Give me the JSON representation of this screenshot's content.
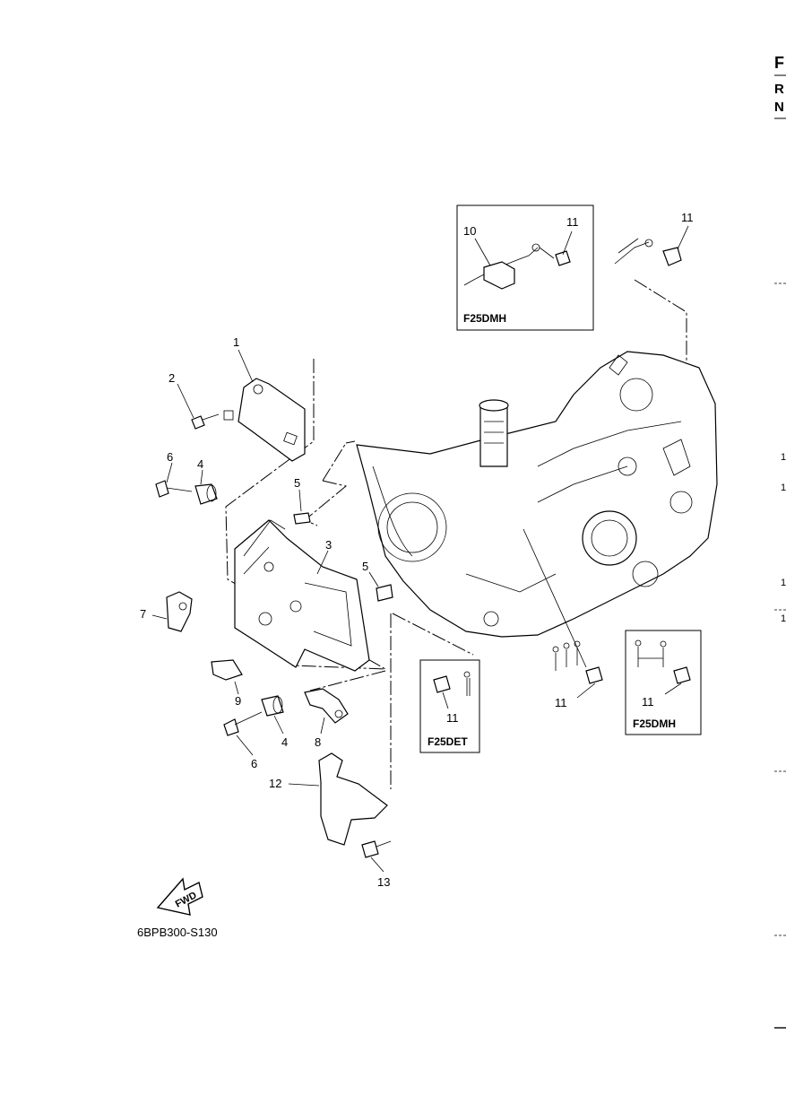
{
  "edge_text": {
    "top_letter": "F",
    "line_r": "R",
    "line_n": "N",
    "marks": [
      "1",
      "1",
      "1",
      "1"
    ]
  },
  "callouts": {
    "c1": "1",
    "c2": "2",
    "c3": "3",
    "c4a": "4",
    "c4b": "4",
    "c5a": "5",
    "c5b": "5",
    "c6a": "6",
    "c6b": "6",
    "c7": "7",
    "c8": "8",
    "c9": "9",
    "c10": "10",
    "c11a": "11",
    "c11b": "11",
    "c11c": "11",
    "c11d": "11",
    "c11e": "11",
    "c12": "12",
    "c13": "13"
  },
  "inset_boxes": {
    "top": "F25DMH",
    "middle": "F25DET",
    "right": "F25DMH"
  },
  "fwd_label": "FWD",
  "reference_code": "6BPB300-S130"
}
